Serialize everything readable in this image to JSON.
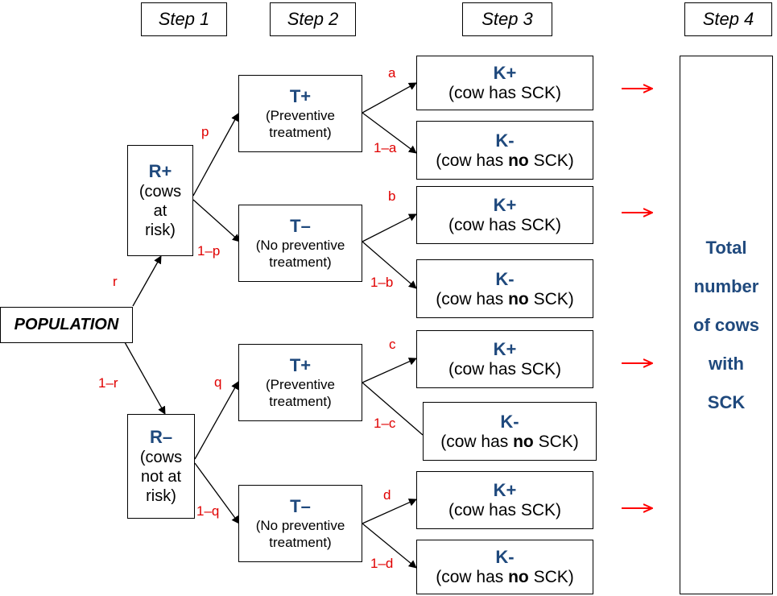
{
  "steps": [
    "Step 1",
    "Step 2",
    "Step 3",
    "Step 4"
  ],
  "population": "POPULATION",
  "risk_nodes": {
    "r_plus": {
      "title": "R+",
      "lines": [
        "(cows",
        "at",
        "risk)"
      ]
    },
    "r_minus": {
      "title": "R–",
      "lines": [
        "(cows",
        "not at",
        "risk)"
      ]
    }
  },
  "treatment_nodes": {
    "t_plus": {
      "title": "T+",
      "line1": "(Preventive",
      "line2": "treatment)"
    },
    "t_minus": {
      "title": "T–",
      "line1": "(No preventive",
      "line2": "treatment)"
    }
  },
  "outcome_nodes": {
    "k_plus": {
      "title": "K+",
      "text": "(cow has SCK)"
    },
    "k_minus": {
      "title": "K-",
      "pre": "(cow has ",
      "bold": "no",
      "post": " SCK)"
    }
  },
  "branch_labels": {
    "r": "r",
    "one_minus_r": "1–r",
    "p": "p",
    "one_minus_p": "1–p",
    "q": "q",
    "one_minus_q": "1–q",
    "a": "a",
    "one_minus_a": "1–a",
    "b": "b",
    "one_minus_b": "1–b",
    "c": "c",
    "one_minus_c": "1–c",
    "d": "d",
    "one_minus_d": "1–d"
  },
  "total": [
    "Total",
    "number",
    "of cows",
    "with",
    "SCK"
  ],
  "colors": {
    "title_blue": "#1f497d",
    "label_red": "#e00000",
    "arrow_red": "#ff0000"
  }
}
